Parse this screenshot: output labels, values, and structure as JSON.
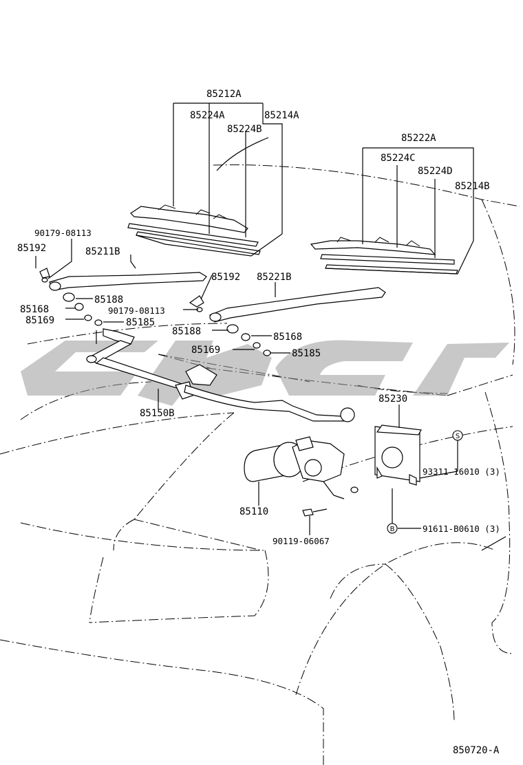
{
  "labels": {
    "blade_lh_assy": "85212A",
    "refill_lh_a": "85224A",
    "blade_lh_b": "85214A",
    "refill_lh_b": "85224B",
    "blade_rh_assy": "85222A",
    "refill_rh_c": "85224C",
    "refill_rh_d": "85224D",
    "blade_rh_b": "85214B",
    "screw_lh": "90179-08113",
    "cap_lh": "85192",
    "arm_lh": "85211B",
    "cap_rh": "85192",
    "arm_rh": "85221B",
    "bushing_lh": "85188",
    "seal_lh": "85168",
    "screw_rh": "90179-08113",
    "washer_lh": "85169",
    "nut_lh": "85185",
    "bushing_rh": "85188",
    "seal_rh": "85168",
    "washer_rh": "85169",
    "nut_rh": "85185",
    "link_assy": "85150B",
    "bracket": "85230",
    "bolt_s": "93311-16010 (3)",
    "motor": "85110",
    "bolt_motor": "90119-06067",
    "bolt_b": "91611-B0610 (3)",
    "diagram_id": "850720-A"
  },
  "symbols": {
    "s_mark": "S",
    "b_mark": "B"
  },
  "watermark": "watermark-logo"
}
